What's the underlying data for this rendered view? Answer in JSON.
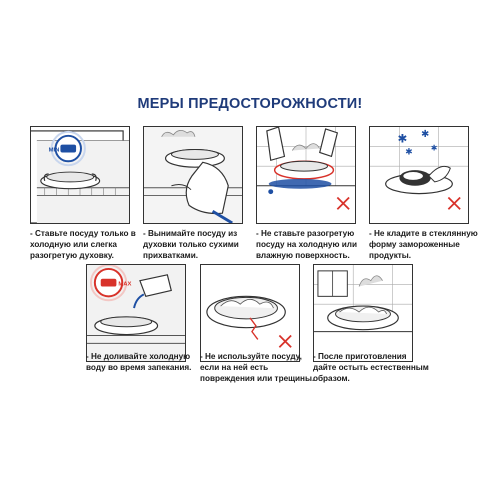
{
  "title": "МЕРЫ ПРЕДОСТОРОЖНОСТИ!",
  "colors": {
    "title": "#1f3b7a",
    "accent_blue": "#1e4fa3",
    "warning_red": "#d8322a",
    "line": "#333333"
  },
  "panels": [
    {
      "caption": "- Ставьте посуду только в холодную или слегка разогретую духовку.",
      "badge": "MIN",
      "icon": "oven-pan-min-icon"
    },
    {
      "caption": "- Вынимайте посуду из духовки только сухими прихватками.",
      "icon": "oven-mitt-icon"
    },
    {
      "caption": "- Не ставьте разогретую посуду на холодную или влажную поверхность.",
      "icon": "hot-pan-wet-surface-icon"
    },
    {
      "caption": "- Не кладите в стеклянную форму замороженные продукты.",
      "icon": "frozen-food-icon"
    },
    {
      "caption": "- Не доливайте холодную воду во время запекания.",
      "badge": "MAX",
      "icon": "pour-water-icon"
    },
    {
      "caption": "- Не используйте посуду, если на ней есть повреждения или трещины.",
      "icon": "cracked-dish-icon"
    },
    {
      "caption": "- После приготовления дайте остыть естественным образом.",
      "icon": "cooling-dish-icon"
    }
  ]
}
